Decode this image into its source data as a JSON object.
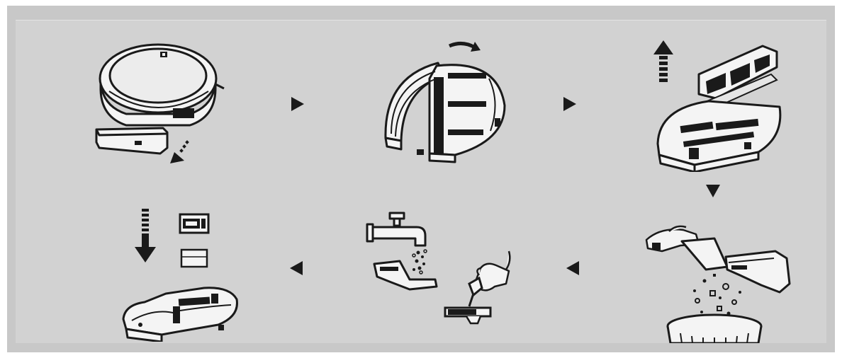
{
  "diagram": {
    "steps": [
      {
        "id": "step-1",
        "icon": "robot-vacuum-remove-dustbin-icon"
      },
      {
        "id": "step-2",
        "icon": "open-dustbin-lid-icon"
      },
      {
        "id": "step-3",
        "icon": "lift-out-filter-icon"
      },
      {
        "id": "step-4",
        "icon": "empty-dustbin-into-trash-icon"
      },
      {
        "id": "step-5",
        "icon": "wash-and-brush-filter-icon"
      },
      {
        "id": "step-6",
        "icon": "reinstall-filter-icon"
      }
    ],
    "arrows": [
      {
        "from": "step-1",
        "to": "step-2",
        "direction": "right"
      },
      {
        "from": "step-2",
        "to": "step-3",
        "direction": "right"
      },
      {
        "from": "step-3",
        "to": "step-4",
        "direction": "down"
      },
      {
        "from": "step-4",
        "to": "step-5",
        "direction": "left"
      },
      {
        "from": "step-5",
        "to": "step-6",
        "direction": "left"
      }
    ],
    "colors": {
      "frame": "#c8c8c8",
      "panel": "#d2d2d2",
      "line": "#1a1a1a",
      "fill": "#f4f4f4"
    }
  }
}
